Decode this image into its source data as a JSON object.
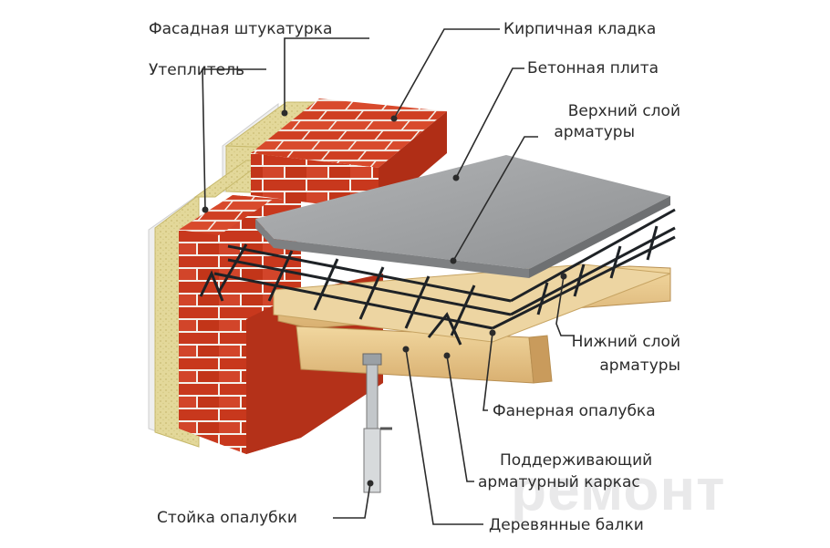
{
  "labels": {
    "facade_plaster": "Фасадная штукатурка",
    "insulation": "Утеплитель",
    "brickwork": "Кирпичная кладка",
    "concrete_slab": "Бетонная плита",
    "upper_rebar_line1": "Верхний слой",
    "upper_rebar_line2": "арматуры",
    "lower_rebar_line1": "Нижний слой",
    "lower_rebar_line2": "арматуры",
    "plywood_formwork": "Фанерная опалубка",
    "support_frame_line1": "Поддерживающий",
    "support_frame_line2": "арматурный каркас",
    "formwork_prop": "Стойка опалубки",
    "wooden_beams": "Деревянные балки"
  },
  "watermark": "ремонт",
  "colors": {
    "brick": "#c8381d",
    "mortar": "#f4f0ea",
    "insulation": "#e3d89a",
    "concrete": "#9fa1a3",
    "wood": "#e8c98a",
    "rebar": "#1e2226",
    "leader": "#2b2b2b"
  }
}
